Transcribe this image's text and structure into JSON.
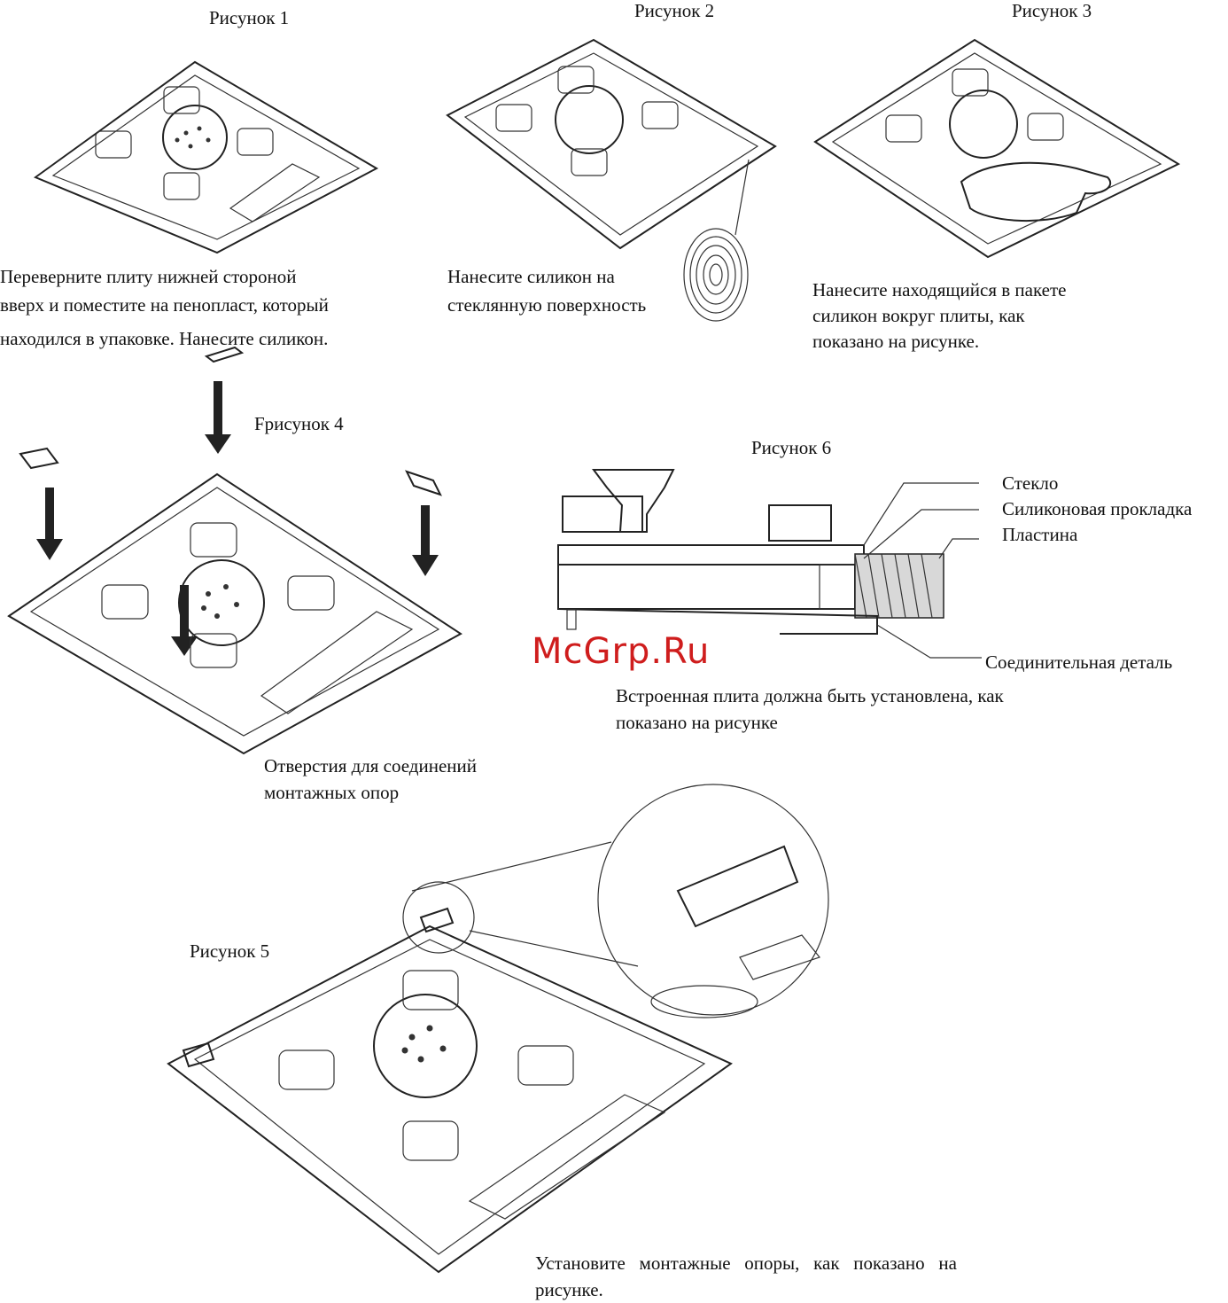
{
  "figures": {
    "fig1": {
      "caption": "Рисунок 1",
      "text": [
        "Переверните плиту нижней стороной",
        "вверх и поместите на пенопласт, который",
        "находился в  упаковке. Нанесите силикон."
      ]
    },
    "fig2": {
      "caption": "Рисунок  2",
      "text": [
        "Нанесите силикон на",
        "стеклянную поверхность"
      ]
    },
    "fig3": {
      "caption": "Рисунок  3",
      "text": [
        "Нанесите находящийся в пакете",
        "силикон вокруг плиты, как",
        "показано на рисунке."
      ]
    },
    "fig4": {
      "caption": "Fрисунок 4",
      "text": [
        "Отверстия для соединений",
        "монтажных  опор"
      ]
    },
    "fig5": {
      "caption": "Рисунок  5",
      "text": [
        "Установите   монтажные   опоры,   как   показано   на",
        "рисунке."
      ]
    },
    "fig6": {
      "caption": "Рисунок 6",
      "labels": {
        "glass": "Стекло",
        "gasket": "Силиконовая прокладка",
        "plate": "Пластина",
        "connector": "Соединительная деталь"
      },
      "text": [
        "Встроенная плита должна быть установлена, как",
        "показано на рисунке"
      ]
    }
  },
  "watermark": "McGrp.Ru",
  "colors": {
    "watermark": "#cf1d1d",
    "line": "#222222"
  }
}
